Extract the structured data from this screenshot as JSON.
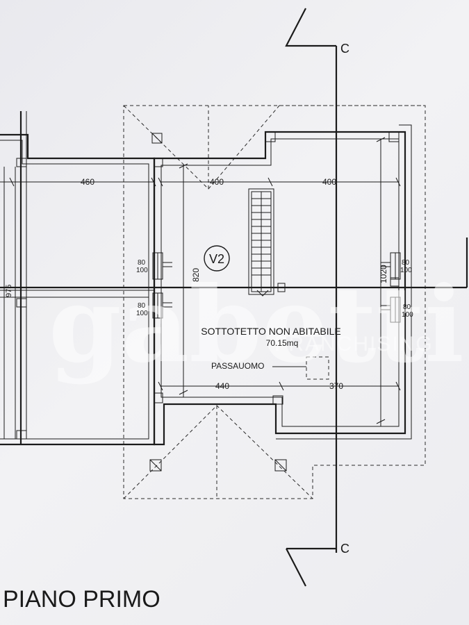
{
  "sheet": {
    "title": "PIANO PRIMO"
  },
  "room": {
    "tag": "V2",
    "name": "SOTTOTETTO NON ABITABILE",
    "area": "70.15mq",
    "hatch_label": "PASSAUOMO"
  },
  "section_marks": {
    "top": "C",
    "bottom": "C"
  },
  "dimensions": {
    "left_room_width": "460",
    "top_left": "400",
    "top_right": "400",
    "bottom_left": "440",
    "bottom_right": "370",
    "height_left": "820",
    "height_right": "1020",
    "left_partial": "975"
  },
  "windows": [
    {
      "w": "80",
      "h": "100"
    },
    {
      "w": "80",
      "h": "100"
    },
    {
      "w": "80",
      "h": "100"
    },
    {
      "w": "80",
      "h": "100"
    }
  ],
  "watermark": {
    "logo": "gabetti",
    "sub": "FRANCHISING"
  }
}
